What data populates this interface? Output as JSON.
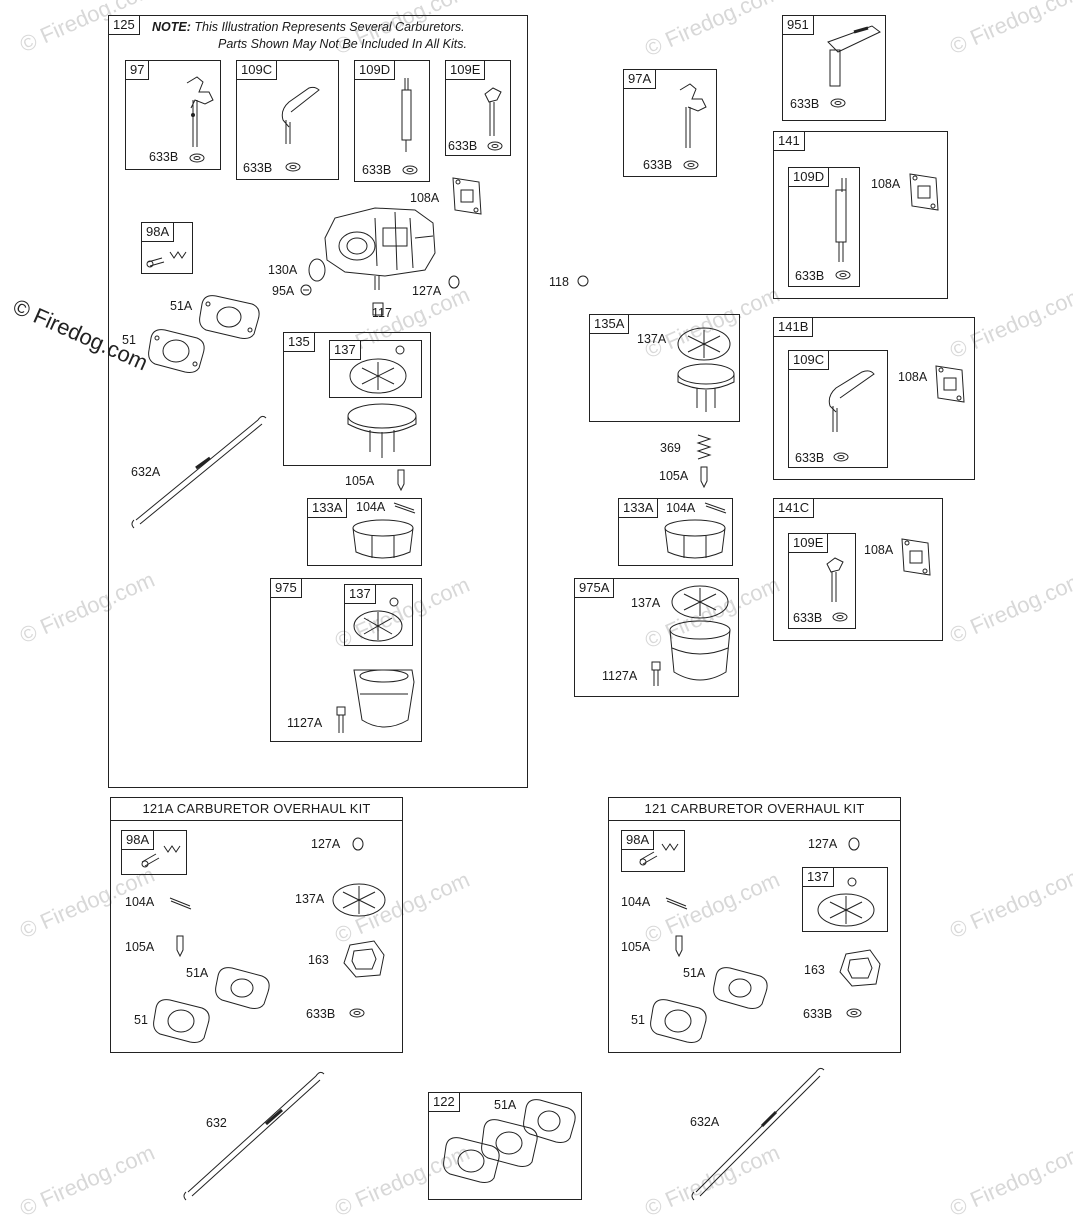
{
  "watermark": "© Firedog.com",
  "note": {
    "bold": "NOTE:",
    "line1": "This Illustration Represents Several Carburetors.",
    "line2": "Parts Shown May Not Be Included In All Kits."
  },
  "boxes": {
    "b125": "125",
    "b97": "97",
    "b109C": "109C",
    "b109D": "109D",
    "b109E": "109E",
    "b98A": "98A",
    "b135": "135",
    "b137": "137",
    "b133A": "133A",
    "b975": "975",
    "b137b": "137",
    "b97A": "97A",
    "b951": "951",
    "b141": "141",
    "b141_109D": "109D",
    "b135A": "135A",
    "b141B": "141B",
    "b141B_109C": "109C",
    "b133A_r": "133A",
    "b141C": "141C",
    "b141C_109E": "109E",
    "b975A": "975A",
    "kit121A_98A": "98A",
    "kit121_98A": "98A",
    "kit121_137": "137",
    "b122": "122"
  },
  "kits": {
    "k121A": "121A CARBURETOR OVERHAUL KIT",
    "k121": "121 CARBURETOR OVERHAUL KIT"
  },
  "labels": {
    "l633B_97": "633B",
    "l633B_109C": "633B",
    "l633B_109D": "633B",
    "l633B_109E": "633B",
    "l108A": "108A",
    "l130A": "130A",
    "l95A": "95A",
    "l127A": "127A",
    "l117": "117",
    "l51A": "51A",
    "l51": "51",
    "l632A": "632A",
    "l105A": "105A",
    "l104A": "104A",
    "l1127A": "1127A",
    "l633B_97A": "633B",
    "l633B_951": "633B",
    "l108A_141": "108A",
    "l633B_141": "633B",
    "l118": "118",
    "l137A_135A": "137A",
    "l369": "369",
    "l105A_r": "105A",
    "l108A_141B": "108A",
    "l633B_141B": "633B",
    "l104A_r": "104A",
    "l108A_141C": "108A",
    "l633B_141C": "633B",
    "l137A_975A": "137A",
    "l1127A_r": "1127A",
    "ka_127A": "127A",
    "ka_104A": "104A",
    "ka_137A": "137A",
    "ka_105A": "105A",
    "ka_163": "163",
    "ka_51A": "51A",
    "ka_51": "51",
    "ka_633B": "633B",
    "kb_127A": "127A",
    "kb_104A": "104A",
    "kb_105A": "105A",
    "kb_163": "163",
    "kb_51A": "51A",
    "kb_51": "51",
    "kb_633B": "633B",
    "l632": "632",
    "l51A_122": "51A",
    "l632A_b": "632A"
  }
}
